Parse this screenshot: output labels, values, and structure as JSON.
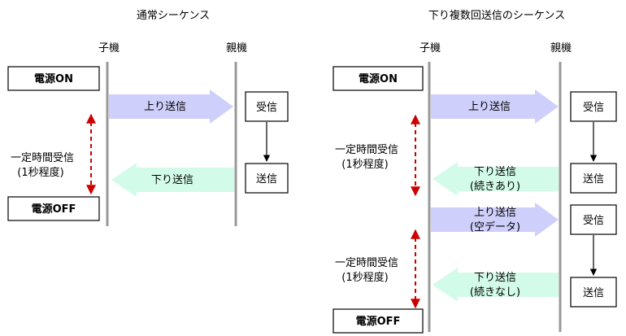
{
  "colors": {
    "up_arrow": "#cfcffb",
    "down_arrow": "#d3fbe9",
    "dashed_arrow": "#cc0000",
    "lifeline": "#999999"
  },
  "left": {
    "title": "通常シーケンス",
    "child_label": "子機",
    "parent_label": "親機",
    "power_on": "電源ON",
    "power_off": "電源OFF",
    "up_label": "上り送信",
    "down_label": "下り送信",
    "receive": "受信",
    "send": "送信",
    "wait_line1": "一定時間受信",
    "wait_line2": "(1秒程度)"
  },
  "right": {
    "title": "下り複数回送信のシーケンス",
    "child_label": "子機",
    "parent_label": "親機",
    "power_on": "電源ON",
    "power_off": "電源OFF",
    "up1_label": "上り送信",
    "down1_line1": "下り送信",
    "down1_line2": "(続きあり)",
    "up2_line1": "上り送信",
    "up2_line2": "(空データ)",
    "down2_line1": "下り送信",
    "down2_line2": "(続きなし)",
    "receive1": "受信",
    "send1": "送信",
    "receive2": "受信",
    "send2": "送信",
    "wait1_line1": "一定時間受信",
    "wait1_line2": "(1秒程度)",
    "wait2_line1": "一定時間受信",
    "wait2_line2": "(1秒程度)"
  }
}
